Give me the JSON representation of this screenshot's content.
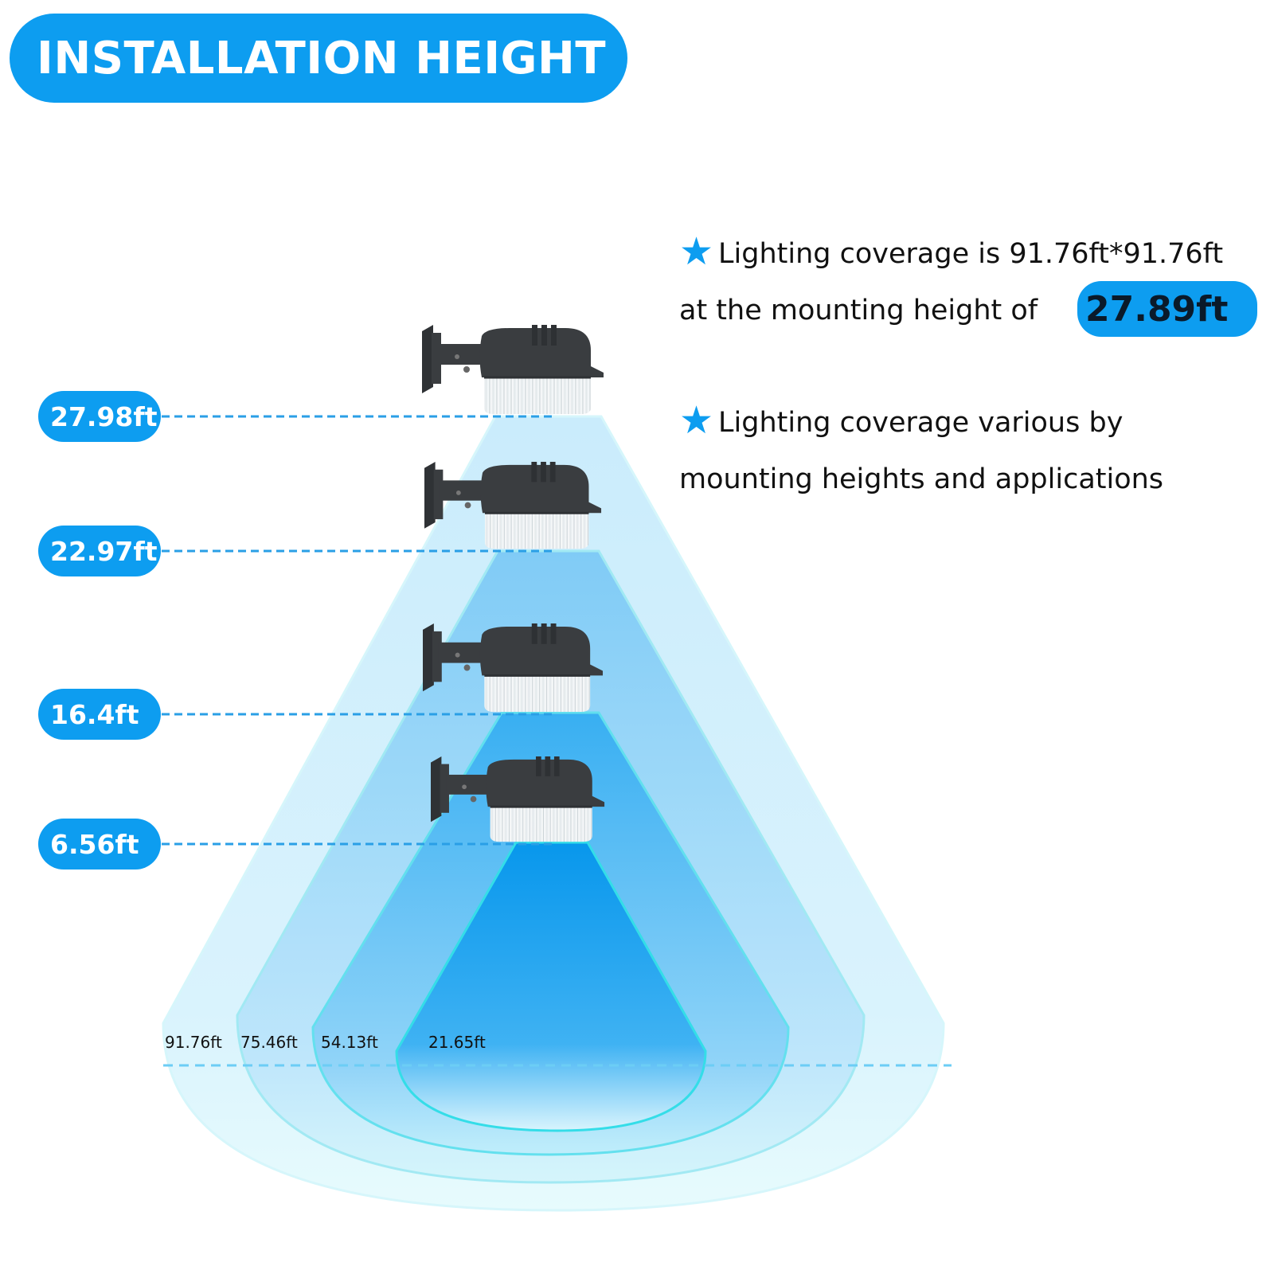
{
  "header": {
    "title": "INSTALLATION HEIGHT"
  },
  "heights": [
    "27.98ft",
    "22.97ft",
    "16.4ft",
    "6.56ft"
  ],
  "widths": [
    "91.76ft",
    "75.46ft",
    "54.13ft",
    "21.65ft"
  ],
  "info": {
    "line1": "Lighting coverage is 91.76ft*91.76ft",
    "line2": "at the mounting height of",
    "highlight": "27.89ft",
    "line3": "Lighting coverage various by",
    "line4": "mounting heights and applications"
  },
  "colors": {
    "accent": "#0d9df0",
    "beam_outer": "#cdeffc",
    "beam_inner": "#0a99ee",
    "rim": "#3fe0e8",
    "fixture": "#3a3d40"
  },
  "icons": [
    "star-icon",
    "light-fixture-icon"
  ]
}
